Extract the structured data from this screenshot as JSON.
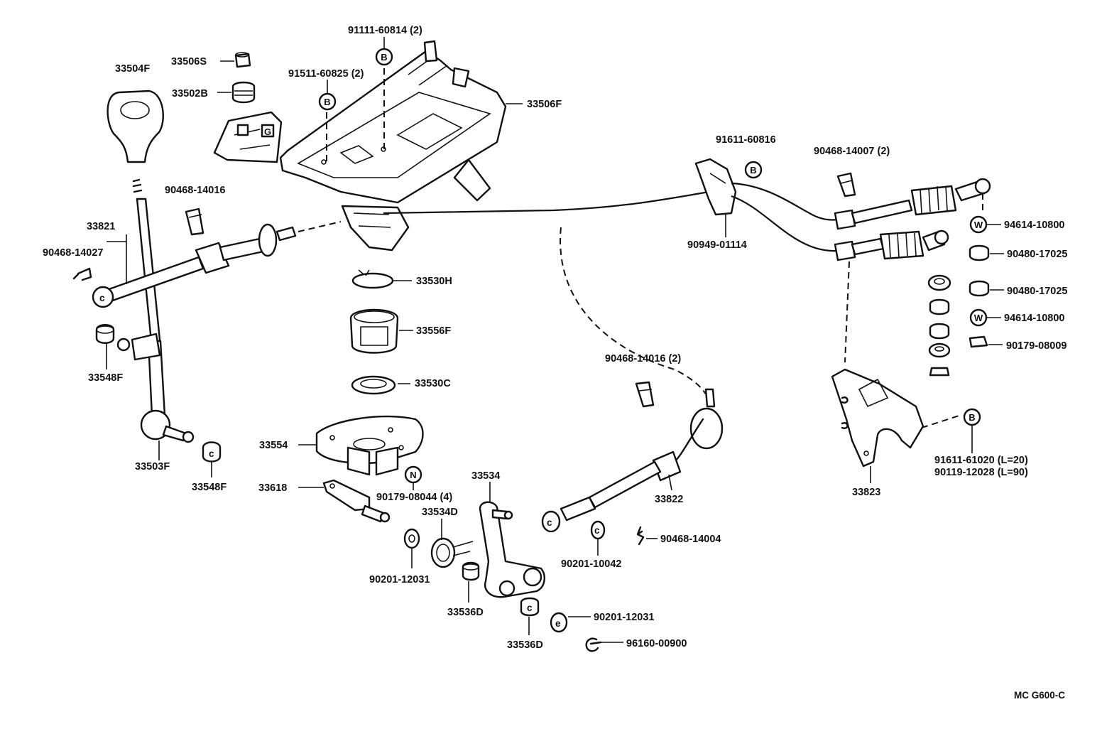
{
  "diagram": {
    "code": "MC G600-C",
    "labels": {
      "knob": "33504F",
      "bushing_top": "33506S",
      "boot_small": "33502B",
      "bolt_b_left": "91511-60825 (2)",
      "bolt_b_top": "91111-60814 (2)",
      "bracket_main": "33506F",
      "clip_left": "90468-14016",
      "lever_assy": "33821",
      "clip_rod": "90468-14027",
      "seat_h": "33530H",
      "bushing_f": "33556F",
      "seat_c": "33530C",
      "bushing_548_left": "33548F",
      "lever_503": "33503F",
      "bushing_548_right": "33548F",
      "plate": "33554",
      "lever_small": "33618",
      "nut_n": "90179-08044 (4)",
      "bell_crank": "33534",
      "spring": "33534D",
      "washer_left": "90201-12031",
      "bush_536_a": "33536D",
      "bush_536_b": "33536D",
      "washer_right": "90201-12031",
      "e_ring": "96160-00900",
      "clip_cable_mid": "90468-14016 (2)",
      "select_cable": "33822",
      "washer_mid": "90201-10042",
      "clip_mid": "90468-14004",
      "bolt_clamp": "91611-60816",
      "clamp": "90949-01114",
      "clip_right": "90468-14007 (2)",
      "washer_w_1": "94614-10800",
      "nut_1": "90480-17025",
      "nut_2": "90480-17025",
      "washer_w_2": "94614-10800",
      "nut_3": "90179-08009",
      "bracket_cable": "33823",
      "bolt_l20": "91611-61020 (L=20)",
      "bolt_l90": "90119-12028 (L=90)"
    },
    "symbols": {
      "b": "B",
      "w": "W",
      "n": "N",
      "g": "G"
    }
  }
}
